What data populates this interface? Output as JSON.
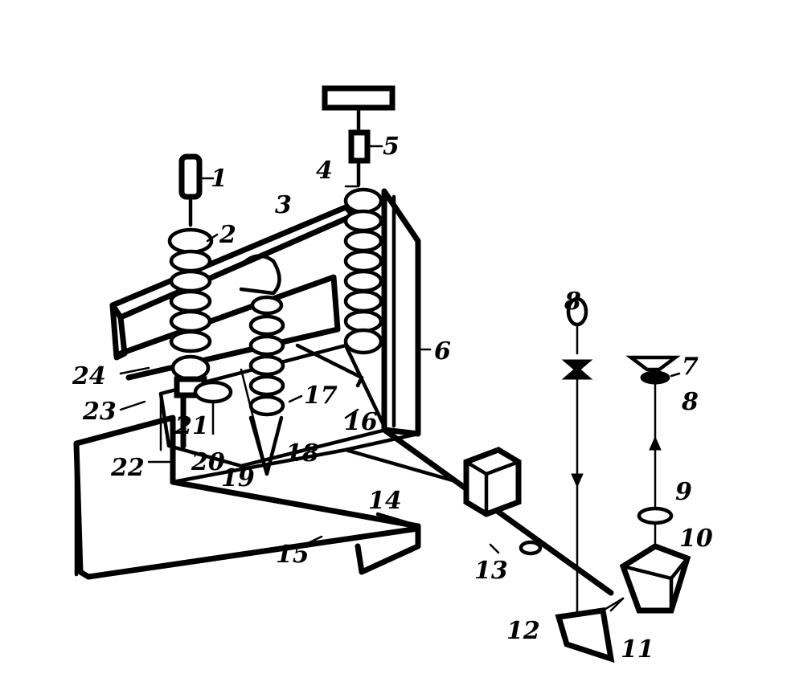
{
  "labels": [
    {
      "id": "1",
      "text": "1"
    },
    {
      "id": "2",
      "text": "2"
    },
    {
      "id": "3",
      "text": "3"
    },
    {
      "id": "4",
      "text": "4"
    },
    {
      "id": "5",
      "text": "5"
    },
    {
      "id": "6",
      "text": "6"
    },
    {
      "id": "7",
      "text": "7"
    },
    {
      "id": "8",
      "text": "8"
    },
    {
      "id": "8b",
      "text": "8"
    },
    {
      "id": "9",
      "text": "9"
    },
    {
      "id": "10",
      "text": "10"
    },
    {
      "id": "11",
      "text": "11"
    },
    {
      "id": "12",
      "text": "12"
    },
    {
      "id": "13",
      "text": "13"
    },
    {
      "id": "14",
      "text": "14"
    },
    {
      "id": "15",
      "text": "15"
    },
    {
      "id": "16",
      "text": "16"
    },
    {
      "id": "17",
      "text": "17"
    },
    {
      "id": "18",
      "text": "18"
    },
    {
      "id": "19",
      "text": "19"
    },
    {
      "id": "20",
      "text": "20"
    },
    {
      "id": "21",
      "text": "21"
    },
    {
      "id": "22",
      "text": "22"
    },
    {
      "id": "23",
      "text": "23"
    },
    {
      "id": "24",
      "text": "24"
    }
  ]
}
